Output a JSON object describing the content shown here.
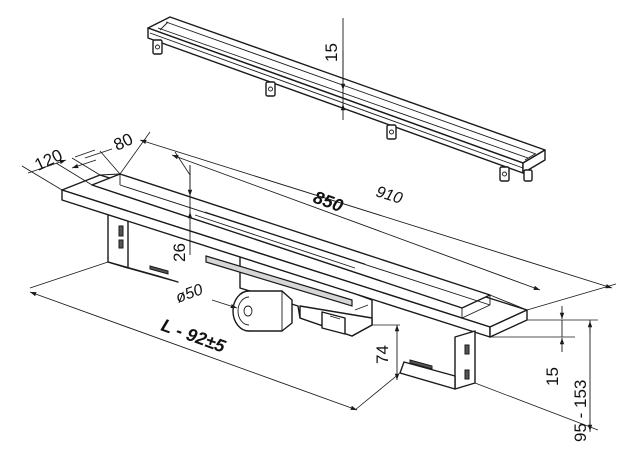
{
  "dimensions": {
    "tile_depth": "15",
    "width_outer": "120",
    "width_inner": "80",
    "length_outer": "910",
    "length_inner": "850",
    "frame_height": "26",
    "outlet_diameter": "ø50",
    "length_adjust": "L - 92±5",
    "outlet_height": "74",
    "flange_height": "15",
    "height_range": "95 - 153"
  }
}
